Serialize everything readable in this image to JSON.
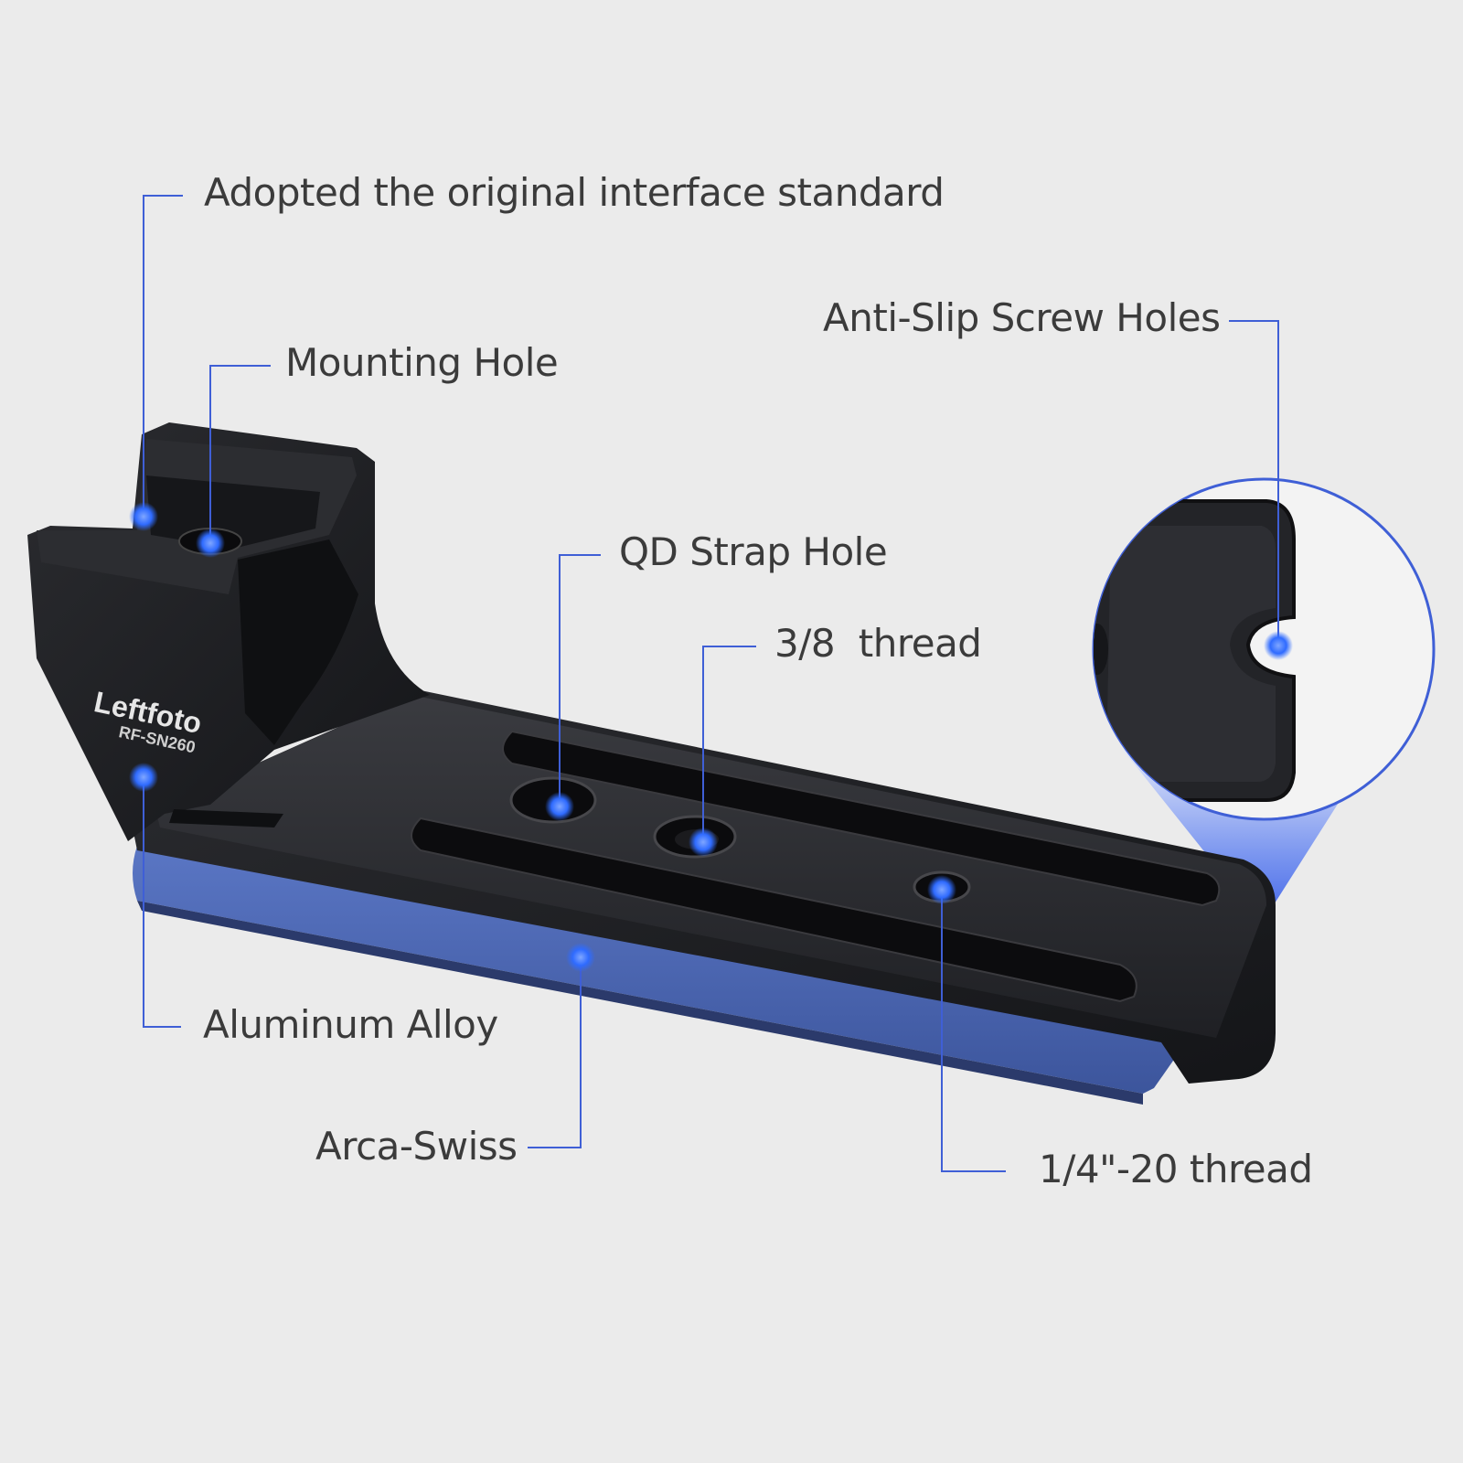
{
  "colors": {
    "background": "#ebebeb",
    "callout_line": "#3f5fd6",
    "marker": "#2f6bff",
    "body_metal": "#1c1d20",
    "arca_rail": "#4c68b3",
    "label_text": "#3b3b3b"
  },
  "product": {
    "brand": "Leftfoto",
    "model": "RF-SN260"
  },
  "callouts": {
    "interface": "Adopted the original interface standard",
    "mounting_hole": "Mounting Hole",
    "anti_slip": "Anti-Slip Screw Holes",
    "qd_strap": "QD Strap Hole",
    "thread_38": "3/8  thread",
    "aluminum": "Aluminum Alloy",
    "arca": "Arca-Swiss",
    "thread_14": "1/4\"-20 thread"
  }
}
